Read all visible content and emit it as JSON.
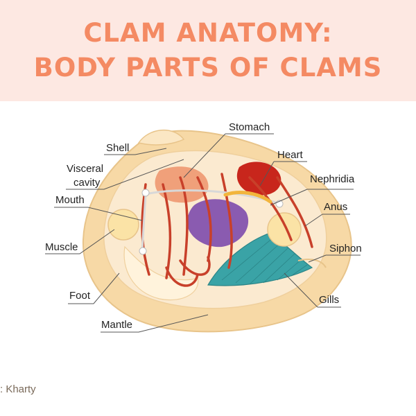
{
  "title": {
    "line1": "CLAM ANATOMY:",
    "line2": "BODY PARTS OF CLAMS"
  },
  "labels": {
    "stomach": "Stomach",
    "shell": "Shell",
    "heart": "Heart",
    "visceral_1": "Visceral",
    "visceral_2": "cavity",
    "nephridia": "Nephridia",
    "mouth": "Mouth",
    "anus": "Anus",
    "muscle": "Muscle",
    "siphon": "Siphon",
    "foot": "Foot",
    "gills": "Gills",
    "mantle": "Mantle"
  },
  "credit": ": Kharty",
  "colors": {
    "banner_bg": "#fde8e2",
    "title": "#f48a63",
    "shell": "#f7d9a6",
    "vessels": "#c8402a",
    "gills": "#3aa3a6",
    "stomach": "#8a5bb0",
    "heart": "#c8261c"
  }
}
